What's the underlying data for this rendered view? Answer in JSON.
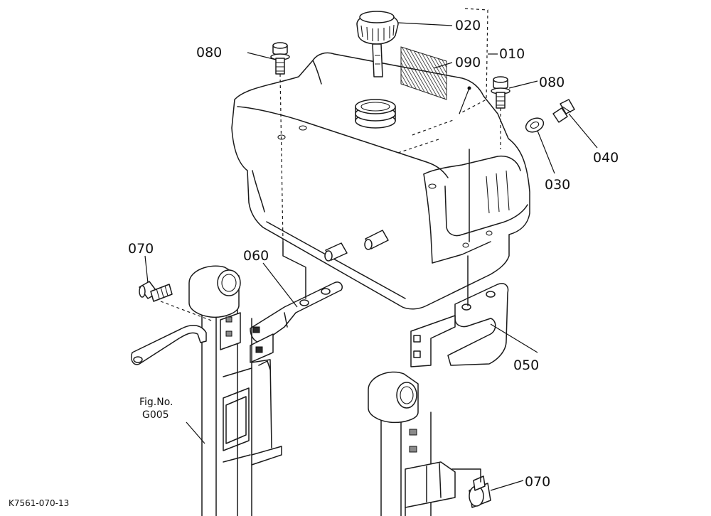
{
  "parts": {
    "p010": "010",
    "p020": "020",
    "p030": "030",
    "p040": "040",
    "p050": "050",
    "p060": "060",
    "p070_left": "070",
    "p070_right": "070",
    "p080_left": "080",
    "p080_right": "080",
    "p090": "090"
  },
  "figure_ref": {
    "line1": "Fig.No.",
    "line2": "G005"
  },
  "footer": {
    "code": "K7561-070-13"
  }
}
